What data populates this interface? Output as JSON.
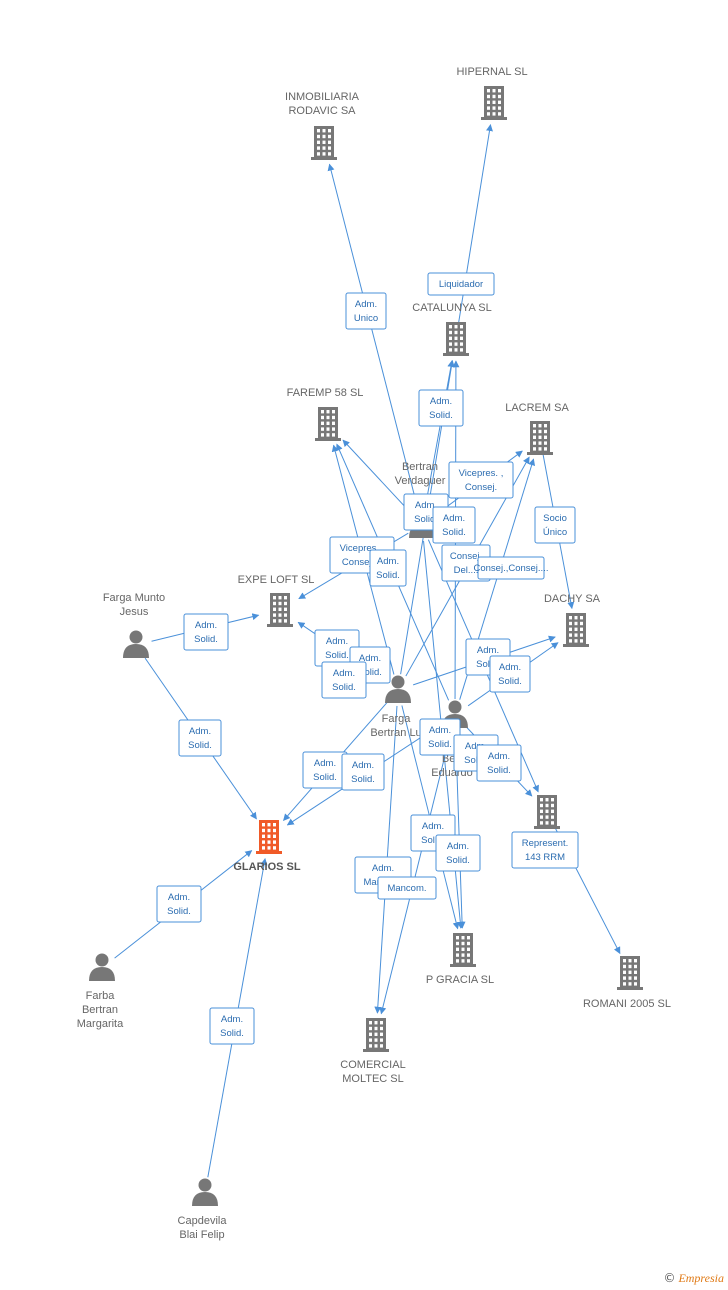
{
  "colors": {
    "edge": "#4a90d9",
    "node": "#777777",
    "main": "#f05a28",
    "label": "#666666",
    "brand": "#e07a16"
  },
  "nodes": [
    {
      "id": "hipernal",
      "type": "company",
      "label": [
        "HIPERNAL SL"
      ]
    },
    {
      "id": "rodavic",
      "type": "company",
      "label": [
        "INMOBILIARIA",
        "RODAVIC SA"
      ]
    },
    {
      "id": "catalunya",
      "type": "company",
      "label": [
        "CATALUNYA SL"
      ]
    },
    {
      "id": "faremp",
      "type": "company",
      "label": [
        "FAREMP 58 SL"
      ]
    },
    {
      "id": "lacrem",
      "type": "company",
      "label": [
        "LACREM SA"
      ]
    },
    {
      "id": "expeloft",
      "type": "company",
      "label": [
        "EXPE LOFT SL"
      ]
    },
    {
      "id": "dachy",
      "type": "company",
      "label": [
        "DACHY SA"
      ]
    },
    {
      "id": "unnamed",
      "type": "company",
      "label": []
    },
    {
      "id": "glarios",
      "type": "main",
      "label": [
        "GLARIOS SL"
      ]
    },
    {
      "id": "pgracia",
      "type": "company",
      "label": [
        "P GRACIA SL"
      ]
    },
    {
      "id": "romani",
      "type": "company",
      "label": [
        "ROMANI 2005 SL"
      ]
    },
    {
      "id": "moltec",
      "type": "company",
      "label": [
        "COMERCIAL",
        "MOLTEC SL"
      ]
    },
    {
      "id": "verdaguer",
      "type": "person",
      "label": [
        "Bertran",
        "Verdaguer"
      ]
    },
    {
      "id": "fargamunto",
      "type": "person",
      "label": [
        "Farga Munto",
        "Jesus"
      ]
    },
    {
      "id": "fargabertran",
      "type": "person",
      "label": [
        "Farga",
        "Bertran Lu"
      ]
    },
    {
      "id": "eduardo",
      "type": "person",
      "label": [
        "Bert",
        "Eduardo"
      ]
    },
    {
      "id": "farba",
      "type": "person",
      "label": [
        "Farba",
        "Bertran",
        "Margarita"
      ]
    },
    {
      "id": "capdevila",
      "type": "person",
      "label": [
        "Capdevila",
        "Blai Felip"
      ]
    }
  ],
  "edges": [
    {
      "from": "verdaguer",
      "to": "rodavic"
    },
    {
      "from": "verdaguer",
      "to": "catalunya"
    },
    {
      "from": "verdaguer",
      "to": "faremp"
    },
    {
      "from": "verdaguer",
      "to": "lacrem"
    },
    {
      "from": "verdaguer",
      "to": "expeloft"
    },
    {
      "from": "verdaguer",
      "to": "pgracia"
    },
    {
      "from": "verdaguer",
      "to": "unnamed"
    },
    {
      "from": "catalunya",
      "to": "hipernal"
    },
    {
      "from": "lacrem",
      "to": "dachy"
    },
    {
      "from": "fargamunto",
      "to": "expeloft"
    },
    {
      "from": "fargamunto",
      "to": "glarios"
    },
    {
      "from": "fargabertran",
      "to": "faremp"
    },
    {
      "from": "fargabertran",
      "to": "catalunya"
    },
    {
      "from": "fargabertran",
      "to": "lacrem"
    },
    {
      "from": "fargabertran",
      "to": "dachy"
    },
    {
      "from": "fargabertran",
      "to": "glarios"
    },
    {
      "from": "fargabertran",
      "to": "moltec"
    },
    {
      "from": "fargabertran",
      "to": "pgracia"
    },
    {
      "from": "fargabertran",
      "to": "expeloft"
    },
    {
      "from": "eduardo",
      "to": "catalunya"
    },
    {
      "from": "eduardo",
      "to": "faremp"
    },
    {
      "from": "eduardo",
      "to": "lacrem"
    },
    {
      "from": "eduardo",
      "to": "dachy"
    },
    {
      "from": "eduardo",
      "to": "glarios"
    },
    {
      "from": "eduardo",
      "to": "moltec"
    },
    {
      "from": "eduardo",
      "to": "pgracia"
    },
    {
      "from": "eduardo",
      "to": "unnamed"
    },
    {
      "from": "unnamed",
      "to": "romani"
    },
    {
      "from": "farba",
      "to": "glarios"
    },
    {
      "from": "capdevila",
      "to": "glarios"
    }
  ],
  "edge_labels": [
    {
      "lines": [
        "Adm.",
        "Unico"
      ]
    },
    {
      "lines": [
        "Liquidador"
      ]
    },
    {
      "lines": [
        "Adm.",
        "Solid."
      ]
    },
    {
      "lines": [
        "Vicepres. ,",
        "Consej."
      ]
    },
    {
      "lines": [
        "Socio",
        "Único"
      ]
    },
    {
      "lines": [
        "Adm.",
        "Solid."
      ]
    },
    {
      "lines": [
        "Adm.",
        "Solid."
      ]
    },
    {
      "lines": [
        "Vicepres. ,",
        "Consej...."
      ]
    },
    {
      "lines": [
        "Adm.",
        "Solid."
      ]
    },
    {
      "lines": [
        "Consej.",
        "Del...."
      ]
    },
    {
      "lines": [
        "Consej.,Consej...."
      ]
    },
    {
      "lines": [
        "Adm.",
        "Solid."
      ]
    },
    {
      "lines": [
        "Adm.",
        "Solid."
      ]
    },
    {
      "lines": [
        "Adm.",
        "Solid."
      ]
    },
    {
      "lines": [
        "Adm.",
        "Solid."
      ]
    },
    {
      "lines": [
        "Adm.",
        "Solid."
      ]
    },
    {
      "lines": [
        "Adm.",
        "Solid."
      ]
    },
    {
      "lines": [
        "Adm.",
        "Solid."
      ]
    },
    {
      "lines": [
        "Adm.",
        "Solid."
      ]
    },
    {
      "lines": [
        "Adm.",
        "Solid."
      ]
    },
    {
      "lines": [
        "Adm.",
        "Solid."
      ]
    },
    {
      "lines": [
        "Adm.",
        "Solid."
      ]
    },
    {
      "lines": [
        "Represent.",
        "143 RRM"
      ]
    },
    {
      "lines": [
        "Adm.",
        "Solid."
      ]
    },
    {
      "lines": [
        "Adm.",
        "Solid."
      ]
    },
    {
      "lines": [
        "Adm.",
        "Mancom."
      ]
    },
    {
      "lines": [
        "Mancom."
      ]
    },
    {
      "lines": [
        "Adm.",
        "Solid."
      ]
    },
    {
      "lines": [
        "Adm.",
        "Solid."
      ]
    }
  ],
  "brand": {
    "copyright": "©",
    "name": "Empresia"
  }
}
